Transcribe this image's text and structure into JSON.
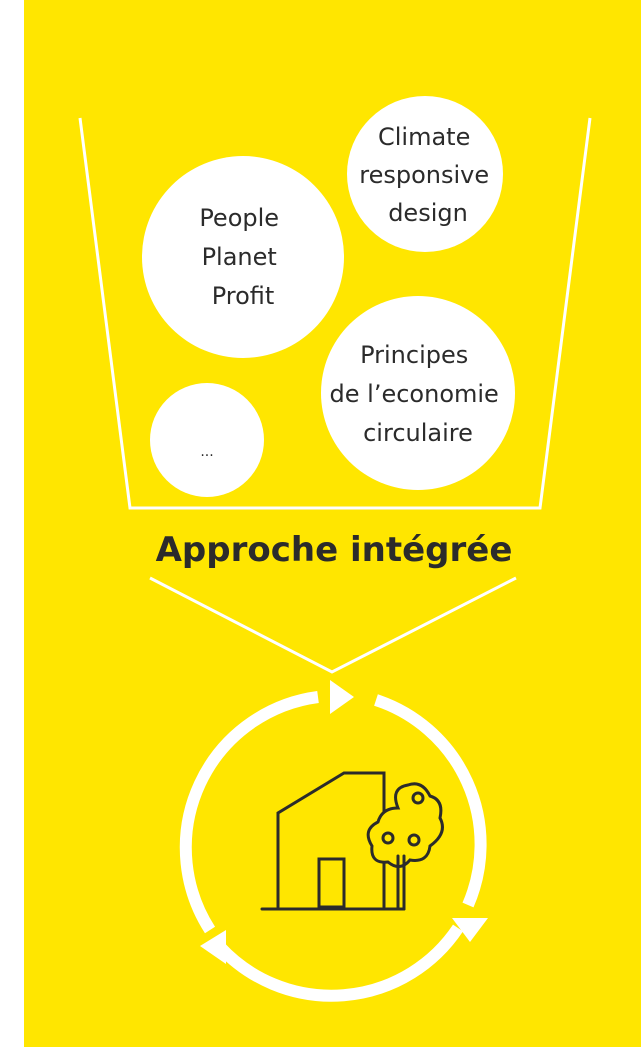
{
  "colors": {
    "background": "#FFE600",
    "outline": "#ffffff",
    "bubble": "#ffffff",
    "text": "#2b2b2b",
    "icon": "#2b2b2b"
  },
  "bubbles": {
    "people_planet_profit": [
      "People",
      "Planet",
      "Profit"
    ],
    "climate_responsive_design": [
      "Climate",
      "responsive",
      "design"
    ],
    "circular_economy": [
      "Principes",
      "de l’economie",
      "circulaire"
    ],
    "more": "..."
  },
  "title": "Approche intégrée",
  "icons": {
    "center": "house-with-tree-icon",
    "cycle": "circular-arrows-icon"
  }
}
